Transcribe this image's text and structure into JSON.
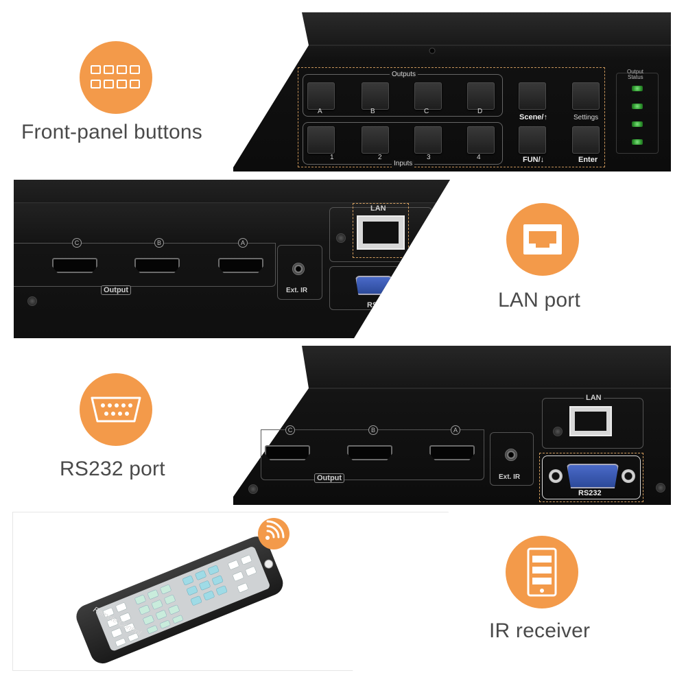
{
  "features": [
    {
      "id": "front-panel",
      "label": "Front-panel buttons",
      "icon": "button-grid-icon"
    },
    {
      "id": "lan",
      "label": "LAN port",
      "icon": "ethernet-port-icon"
    },
    {
      "id": "rs232",
      "label": "RS232 port",
      "icon": "serial-port-icon"
    },
    {
      "id": "ir",
      "label": "IR receiver",
      "icon": "remote-control-icon"
    }
  ],
  "front_panel": {
    "outputs_title": "Outputs",
    "inputs_title": "Inputs",
    "output_buttons": [
      "A",
      "B",
      "C",
      "D"
    ],
    "input_buttons": [
      "1",
      "2",
      "3",
      "4"
    ],
    "scene_label": "Scene/↑",
    "settings_label": "Settings",
    "fun_label": "FUN/↓",
    "enter_label": "Enter",
    "status_title_1": "Output",
    "status_title_2": "Status"
  },
  "rear_panel_1": {
    "lan_label": "LAN",
    "output_label": "Output",
    "ext_ir_label": "Ext. IR",
    "rs232_partial": "RS",
    "port_letters": [
      "C",
      "B",
      "A"
    ]
  },
  "rear_panel_2": {
    "lan_label": "LAN",
    "output_label": "Output",
    "ext_ir_label": "Ext. IR",
    "rs232_label": "RS232",
    "port_letters": [
      "C",
      "B",
      "A"
    ]
  },
  "remote": {
    "label": "Remote Control"
  },
  "colors": {
    "accent": "#f39a4a",
    "label_text": "#4a4a4a",
    "device_dark": "#141414",
    "highlight_border": "#e0a060"
  }
}
